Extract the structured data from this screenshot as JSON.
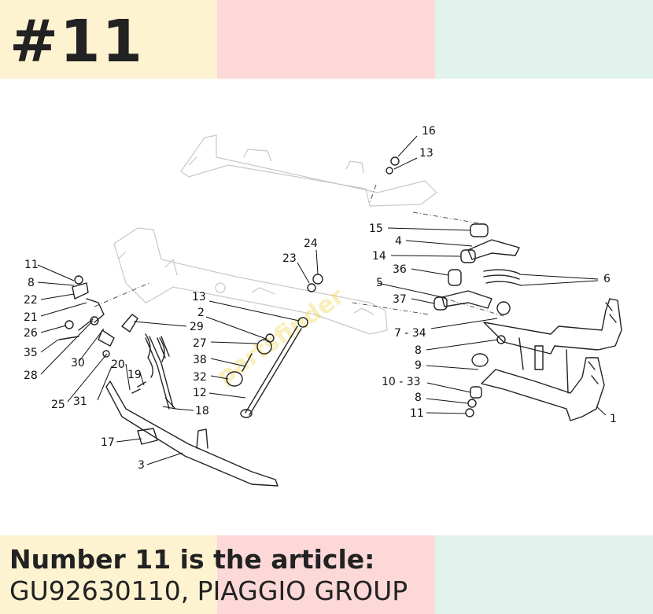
{
  "header": {
    "title": "#11",
    "colors": [
      "#fdf3d0",
      "#fcd9d8",
      "#e2f2ec"
    ]
  },
  "diagram": {
    "watermark": "partsfinder",
    "callouts": [
      "16",
      "13",
      "15",
      "4",
      "14",
      "36",
      "6",
      "5",
      "37",
      "7 - 34",
      "8",
      "9",
      "10 - 33",
      "8",
      "11",
      "1",
      "24",
      "23",
      "13",
      "2",
      "27",
      "38",
      "32",
      "12",
      "11",
      "8",
      "22",
      "21",
      "26",
      "35",
      "28",
      "30",
      "25",
      "31",
      "29",
      "20",
      "19",
      "18",
      "17",
      "3"
    ]
  },
  "footer": {
    "line1": "Number 11 is the article:",
    "line2": "GU92630110, PIAGGIO GROUP"
  }
}
